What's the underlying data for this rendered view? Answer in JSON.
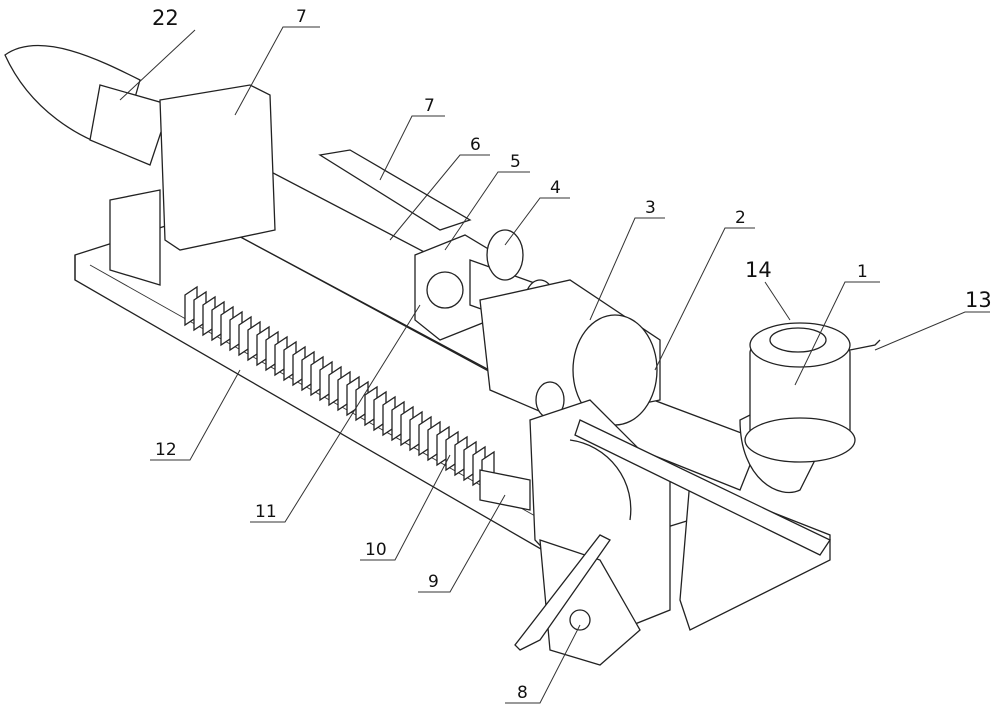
{
  "figure": {
    "labels": [
      {
        "id": "22",
        "text": "22"
      },
      {
        "id": "7a",
        "text": "7"
      },
      {
        "id": "7b",
        "text": "7"
      },
      {
        "id": "6",
        "text": "6"
      },
      {
        "id": "5",
        "text": "5"
      },
      {
        "id": "4",
        "text": "4"
      },
      {
        "id": "3",
        "text": "3"
      },
      {
        "id": "2",
        "text": "2"
      },
      {
        "id": "14",
        "text": "14"
      },
      {
        "id": "1",
        "text": "1"
      },
      {
        "id": "13",
        "text": "13"
      },
      {
        "id": "12",
        "text": "12"
      },
      {
        "id": "11",
        "text": "11"
      },
      {
        "id": "10",
        "text": "10"
      },
      {
        "id": "9",
        "text": "9"
      },
      {
        "id": "8",
        "text": "8"
      }
    ]
  }
}
